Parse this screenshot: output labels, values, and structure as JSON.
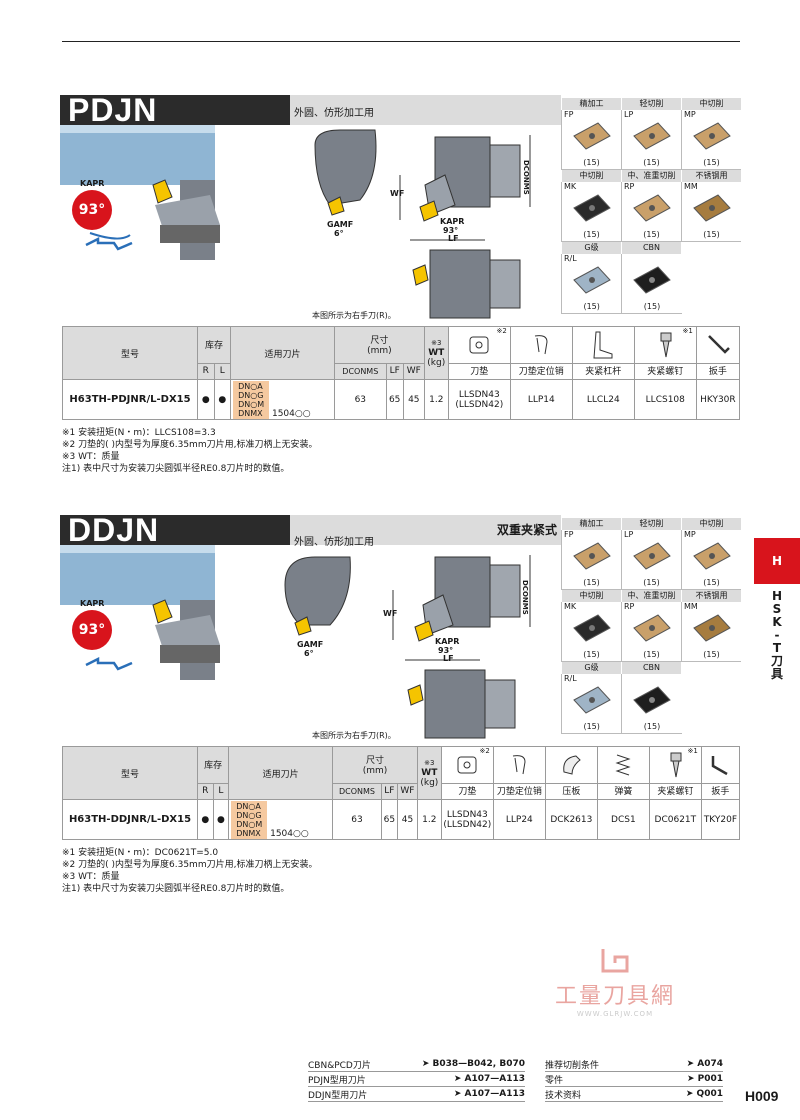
{
  "sections": [
    {
      "title": "PDJN",
      "subtitle": "外圆、仿形加工用",
      "subtitle_right": "",
      "angle": "93°",
      "kapr": "KAPR",
      "diagram": {
        "wf": "WF",
        "dconms": "DCONMS",
        "kapr": "KAPR",
        "kapr_val": "93°",
        "lf": "LF",
        "gamf": "GAMF",
        "gamf_val": "6°",
        "caption": "本图所示为右手刀(R)。"
      },
      "insert_headers": [
        [
          "精加工",
          "轻切削",
          "中切削"
        ],
        [
          "中切削",
          "中、准重切削",
          "不锈钢用"
        ],
        [
          "G级",
          "CBN",
          ""
        ]
      ],
      "insert_codes": [
        [
          "FP",
          "LP",
          "MP"
        ],
        [
          "MK",
          "RP",
          "MM"
        ],
        [
          "R/L",
          "",
          ""
        ]
      ],
      "insert_qty": "(15)",
      "table": {
        "hdr_model": "型号",
        "hdr_stock": "库存",
        "hdr_insert": "适用刀片",
        "hdr_dims": "尺寸",
        "hdr_dims_unit": "(mm)",
        "hdr_note3": "※3",
        "hdr_wt": "WT",
        "hdr_wt_unit": "(kg)",
        "hdr_r": "R",
        "hdr_l": "L",
        "hdr_dconms": "DCONMS",
        "hdr_lf": "LF",
        "hdr_wf": "WF",
        "parts": [
          {
            "note": "※2",
            "name": "刀垫"
          },
          {
            "note": "",
            "name": "刀垫定位销"
          },
          {
            "note": "",
            "name": "夹紧杠杆"
          },
          {
            "note": "※1",
            "name": "夹紧螺钉"
          },
          {
            "note": "",
            "name": "扳手"
          }
        ],
        "row": {
          "model": "H63TH-PDJNR/L-DX15",
          "r": "●",
          "l": "●",
          "inserts": [
            "DN○A",
            "DN○G",
            "DN○M",
            "DNMX"
          ],
          "insert_size": "1504○○",
          "dconms": "63",
          "lf": "65",
          "wf": "45",
          "wt": "1.2",
          "shim": "LLSDN43",
          "shim2": "(LLSDN42)",
          "p2": "LLP14",
          "p3": "LLCL24",
          "p4": "LLCS108",
          "p5": "HKY30R"
        }
      },
      "notes": [
        "※1 安装扭矩(N・m)：LLCS108=3.3",
        "※2 刀垫的(  )内型号为厚度6.35mm刀片用,标准刀柄上无安装。",
        "※3 WT：质量",
        "注1) 表中尺寸为安装刀尖圆弧半径RE0.8刀片时的数值。"
      ]
    },
    {
      "title": "DDJN",
      "subtitle": "外圆、仿形加工用",
      "subtitle_right": "双重夹紧式",
      "angle": "93°",
      "kapr": "KAPR",
      "diagram": {
        "wf": "WF",
        "dconms": "DCONMS",
        "kapr": "KAPR",
        "kapr_val": "93°",
        "lf": "LF",
        "gamf": "GAMF",
        "gamf_val": "6°",
        "caption": "本图所示为右手刀(R)。"
      },
      "insert_headers": [
        [
          "精加工",
          "轻切削",
          "中切削"
        ],
        [
          "中切削",
          "中、准重切削",
          "不锈钢用"
        ],
        [
          "G级",
          "CBN",
          ""
        ]
      ],
      "insert_codes": [
        [
          "FP",
          "LP",
          "MP"
        ],
        [
          "MK",
          "RP",
          "MM"
        ],
        [
          "R/L",
          "",
          ""
        ]
      ],
      "insert_qty": "(15)",
      "table": {
        "hdr_model": "型号",
        "hdr_stock": "库存",
        "hdr_insert": "适用刀片",
        "hdr_dims": "尺寸",
        "hdr_dims_unit": "(mm)",
        "hdr_note3": "※3",
        "hdr_wt": "WT",
        "hdr_wt_unit": "(kg)",
        "hdr_r": "R",
        "hdr_l": "L",
        "hdr_dconms": "DCONMS",
        "hdr_lf": "LF",
        "hdr_wf": "WF",
        "parts": [
          {
            "note": "※2",
            "name": "刀垫"
          },
          {
            "note": "",
            "name": "刀垫定位销"
          },
          {
            "note": "",
            "name": "压板"
          },
          {
            "note": "",
            "name": "弹簧"
          },
          {
            "note": "※1",
            "name": "夹紧螺钉"
          },
          {
            "note": "",
            "name": "扳手"
          }
        ],
        "row": {
          "model": "H63TH-DDJNR/L-DX15",
          "r": "●",
          "l": "●",
          "inserts": [
            "DN○A",
            "DN○G",
            "DN○M",
            "DNMX"
          ],
          "insert_size": "1504○○",
          "dconms": "63",
          "lf": "65",
          "wf": "45",
          "wt": "1.2",
          "shim": "LLSDN43",
          "shim2": "(LLSDN42)",
          "p2": "LLP24",
          "p3": "DCK2613",
          "p4": "DCS1",
          "p5": "DC0621T",
          "p6": "TKY20F"
        }
      },
      "notes": [
        "※1 安装扭矩(N・m)：DC0621T=5.0",
        "※2 刀垫的(  )内型号为厚度6.35mm刀片用,标准刀柄上无安装。",
        "※3 WT：质量",
        "注1) 表中尺寸为安装刀尖圆弧半径RE0.8刀片时的数值。"
      ]
    }
  ],
  "side_tab": {
    "letter": "H",
    "text": [
      "H",
      "S",
      "K",
      "-",
      "T",
      "刀",
      "具"
    ]
  },
  "watermark": {
    "name": "工量刀具網",
    "url": "WWW.GLRJW.COM"
  },
  "footer": {
    "left": [
      {
        "label": "CBN&PCD刀片",
        "ref": "➤ B038—B042, B070"
      },
      {
        "label": "PDJN型用刀片",
        "ref": "➤ A107—A113"
      },
      {
        "label": "DDJN型用刀片",
        "ref": "➤ A107—A113"
      }
    ],
    "right": [
      {
        "label": "推荐切削条件",
        "ref": "➤ A074"
      },
      {
        "label": "零件",
        "ref": "➤ P001"
      },
      {
        "label": "技术资料",
        "ref": "➤ Q001"
      }
    ]
  },
  "page_number": "H009",
  "colors": {
    "brand_red": "#d8141c",
    "insert_gold": "#c9a06a",
    "insert_dark": "#2a2a2a",
    "holder": "#7a8089",
    "tool_blue": "#8fb5d3",
    "insert_highlight": "#f5c9a0"
  }
}
